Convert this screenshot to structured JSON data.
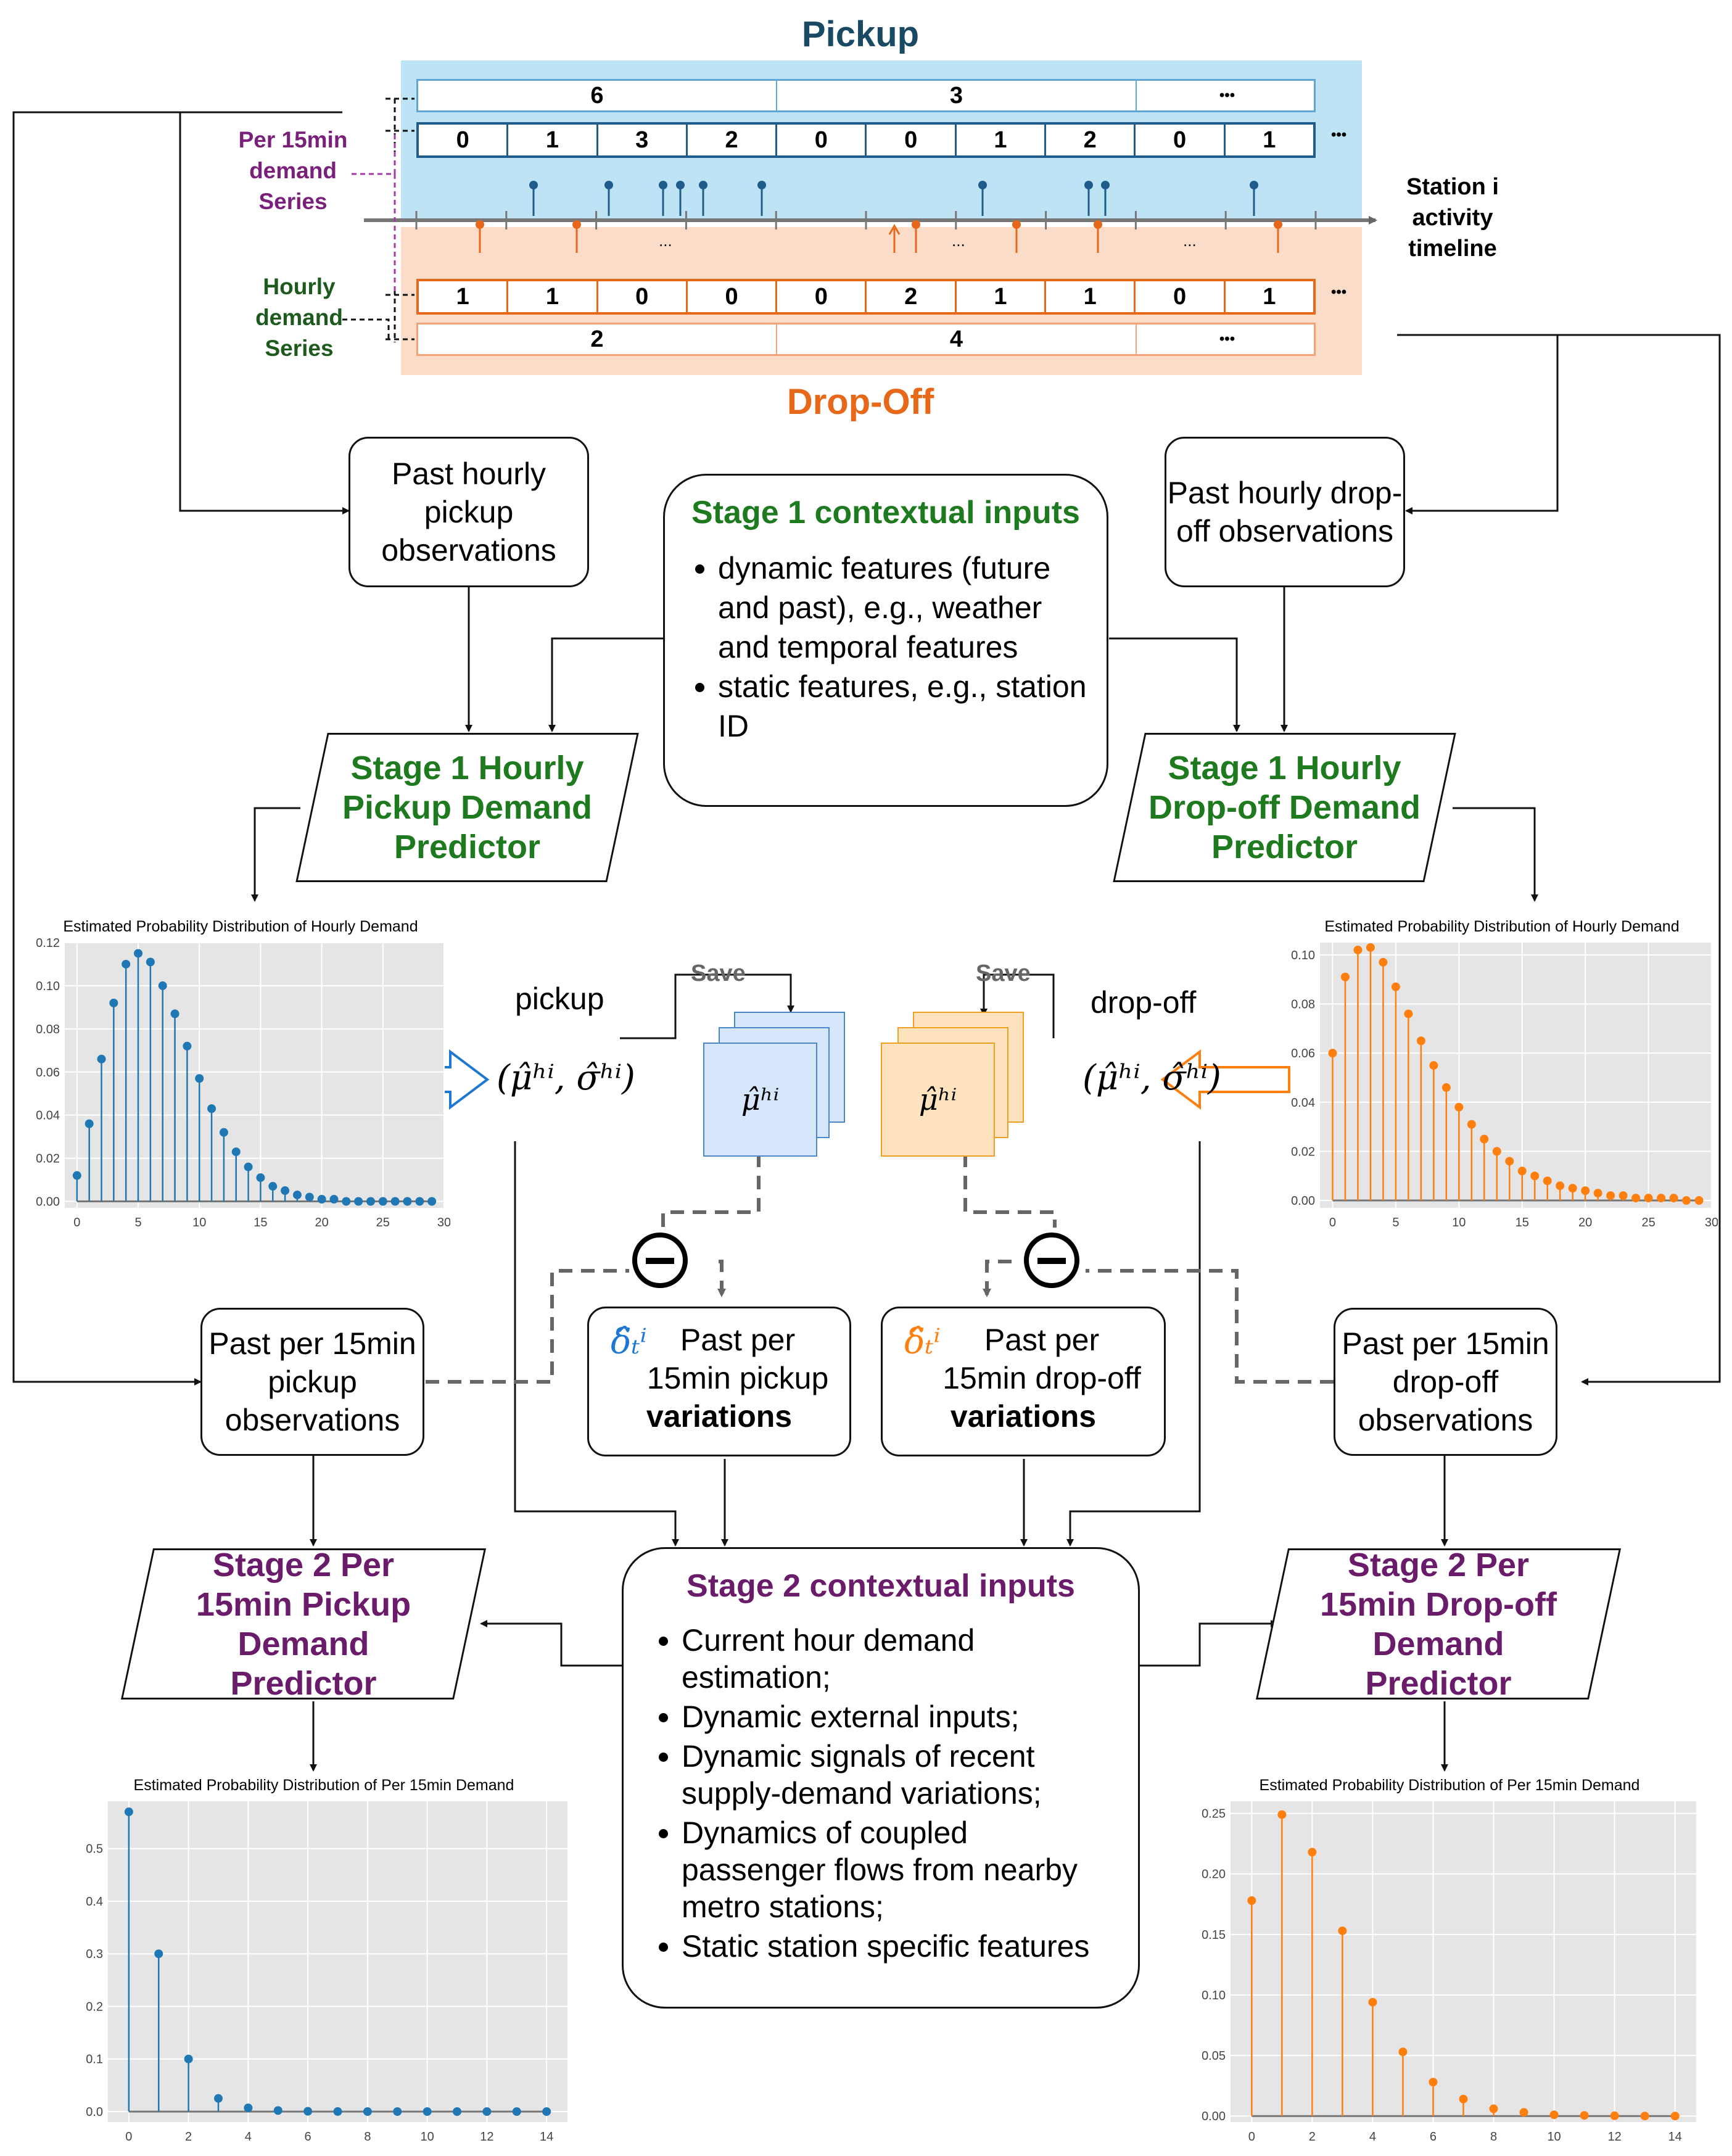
{
  "colors": {
    "pickup_dark": "#1f5c8b",
    "pickup_band": "#bde3f5",
    "dropoff_band": "#fbdcc9",
    "dropoff_dark": "#e8681a",
    "stage1_green": "#1e7a1e",
    "stage2_purple": "#6a1b6a",
    "pickup_plot": "#1f77b4",
    "dropoff_plot": "#ff7f0e"
  },
  "top": {
    "pickup_title": "Pickup",
    "dropoff_title": "Drop-Off",
    "per15_label": [
      "Per 15min",
      "demand",
      "Series"
    ],
    "hourly_label": [
      "Hourly",
      "demand",
      "Series"
    ],
    "timeline_label": [
      "Station i",
      "activity",
      "timeline"
    ],
    "pickup_hourly": [
      "6",
      "3",
      "•••"
    ],
    "pickup_15min": [
      "0",
      "1",
      "3",
      "2",
      "0",
      "0",
      "1",
      "2",
      "0",
      "1"
    ],
    "dropoff_15min": [
      "1",
      "1",
      "0",
      "0",
      "0",
      "2",
      "1",
      "1",
      "0",
      "1"
    ],
    "dropoff_hourly": [
      "2",
      "4",
      "•••"
    ],
    "ellipsis": "•••",
    "small_dots": "..."
  },
  "boxes": {
    "past_hourly_pickup": "Past hourly pickup observations",
    "past_hourly_dropoff": "Past hourly drop-off observations",
    "past15_pickup": "Past per 15min pickup observations",
    "past15_dropoff": "Past per 15min drop-off observations"
  },
  "stage1": {
    "title": "Stage 1 contextual inputs",
    "items": [
      "dynamic features (future and past), e.g., weather and temporal features",
      "static features, e.g., station ID"
    ],
    "pickup_predictor": "Stage 1 Hourly Pickup Demand Predictor",
    "dropoff_predictor": "Stage 1 Hourly Drop-off Demand Predictor"
  },
  "middle": {
    "pickup_word": "pickup",
    "dropoff_word": "drop-off",
    "save": "Save",
    "params": "(μ̂ʰⁱ, σ̂ʰⁱ)",
    "mu": "μ̂ʰⁱ",
    "delta": "δ̂ₜⁱ",
    "var_pickup_line1": "Past per",
    "var_pickup_line2": "15min pickup",
    "var_pickup_line3": "variations",
    "var_dropoff_line1": "Past per",
    "var_dropoff_line2": "15min drop-off",
    "var_dropoff_line3": "variations"
  },
  "stage2": {
    "title": "Stage 2 contextual inputs",
    "items": [
      "Current hour demand estimation;",
      "Dynamic external inputs;",
      "Dynamic signals of recent supply-demand variations;",
      "Dynamics of coupled passenger flows from nearby metro stations;",
      "Static station specific features"
    ],
    "pickup_predictor": "Stage 2 Per 15min Pickup Demand Predictor",
    "dropoff_predictor": "Stage 2 Per 15min Drop-off Demand Predictor"
  },
  "chart_data": [
    {
      "type": "stem",
      "title": "Estimated Probability Distribution of Hourly Demand",
      "x": [
        0,
        1,
        2,
        3,
        4,
        5,
        6,
        7,
        8,
        9,
        10,
        11,
        12,
        13,
        14,
        15,
        16,
        17,
        18,
        19,
        20,
        21,
        22,
        23,
        24,
        25,
        26,
        27,
        28,
        29
      ],
      "y": [
        0.012,
        0.036,
        0.066,
        0.092,
        0.11,
        0.115,
        0.111,
        0.1,
        0.087,
        0.072,
        0.057,
        0.043,
        0.032,
        0.023,
        0.016,
        0.011,
        0.007,
        0.005,
        0.003,
        0.002,
        0.001,
        0.001,
        0.0,
        0.0,
        0.0,
        0.0,
        0.0,
        0.0,
        0.0,
        0.0
      ],
      "xlim": [
        -1,
        30
      ],
      "ylim": [
        -0.003,
        0.12
      ],
      "xticks": [
        0,
        5,
        10,
        15,
        20,
        25,
        30
      ],
      "yticks": [
        0.0,
        0.02,
        0.04,
        0.06,
        0.08,
        0.1,
        0.12
      ],
      "ytick_labels": [
        "0.00",
        "0.02",
        "0.04",
        "0.06",
        "0.08",
        "0.10",
        "0.12"
      ],
      "color": "#1f77b4",
      "grid": true
    },
    {
      "type": "stem",
      "title": "Estimated Probability Distribution of Hourly Demand",
      "x": [
        0,
        1,
        2,
        3,
        4,
        5,
        6,
        7,
        8,
        9,
        10,
        11,
        12,
        13,
        14,
        15,
        16,
        17,
        18,
        19,
        20,
        21,
        22,
        23,
        24,
        25,
        26,
        27,
        28,
        29
      ],
      "y": [
        0.06,
        0.091,
        0.102,
        0.103,
        0.097,
        0.087,
        0.076,
        0.065,
        0.055,
        0.046,
        0.038,
        0.031,
        0.025,
        0.02,
        0.016,
        0.012,
        0.01,
        0.008,
        0.006,
        0.005,
        0.004,
        0.003,
        0.002,
        0.002,
        0.001,
        0.001,
        0.001,
        0.001,
        0.0,
        0.0
      ],
      "xlim": [
        -1,
        30
      ],
      "ylim": [
        -0.003,
        0.105
      ],
      "xticks": [
        0,
        5,
        10,
        15,
        20,
        25,
        30
      ],
      "yticks": [
        0.0,
        0.02,
        0.04,
        0.06,
        0.08,
        0.1
      ],
      "ytick_labels": [
        "0.00",
        "0.02",
        "0.04",
        "0.06",
        "0.08",
        "0.10"
      ],
      "color": "#ff7f0e",
      "grid": true
    },
    {
      "type": "stem",
      "title": "Estimated Probability Distribution of Per 15min Demand",
      "x": [
        0,
        1,
        2,
        3,
        4,
        5,
        6,
        7,
        8,
        9,
        10,
        11,
        12,
        13,
        14
      ],
      "y": [
        0.57,
        0.3,
        0.1,
        0.025,
        0.007,
        0.002,
        0.0005,
        0.0001,
        0.0,
        0.0,
        0.0,
        0.0,
        0.0,
        0.0,
        0.0
      ],
      "xlim": [
        -0.7,
        14.7
      ],
      "ylim": [
        -0.02,
        0.59
      ],
      "xticks": [
        0,
        2,
        4,
        6,
        8,
        10,
        12,
        14
      ],
      "yticks": [
        0.0,
        0.1,
        0.2,
        0.3,
        0.4,
        0.5
      ],
      "ytick_labels": [
        "0.0",
        "0.1",
        "0.2",
        "0.3",
        "0.4",
        "0.5"
      ],
      "color": "#1f77b4",
      "grid": true
    },
    {
      "type": "stem",
      "title": "Estimated Probability Distribution of Per 15min Demand",
      "x": [
        0,
        1,
        2,
        3,
        4,
        5,
        6,
        7,
        8,
        9,
        10,
        11,
        12,
        13,
        14
      ],
      "y": [
        0.178,
        0.249,
        0.218,
        0.153,
        0.094,
        0.053,
        0.028,
        0.014,
        0.006,
        0.003,
        0.001,
        0.0005,
        0.0002,
        0.0,
        0.0
      ],
      "xlim": [
        -0.7,
        14.7
      ],
      "ylim": [
        -0.005,
        0.26
      ],
      "xticks": [
        0,
        2,
        4,
        6,
        8,
        10,
        12,
        14
      ],
      "yticks": [
        0.0,
        0.05,
        0.1,
        0.15,
        0.2,
        0.25
      ],
      "ytick_labels": [
        "0.00",
        "0.05",
        "0.10",
        "0.15",
        "0.20",
        "0.25"
      ],
      "color": "#ff7f0e",
      "grid": true
    }
  ]
}
